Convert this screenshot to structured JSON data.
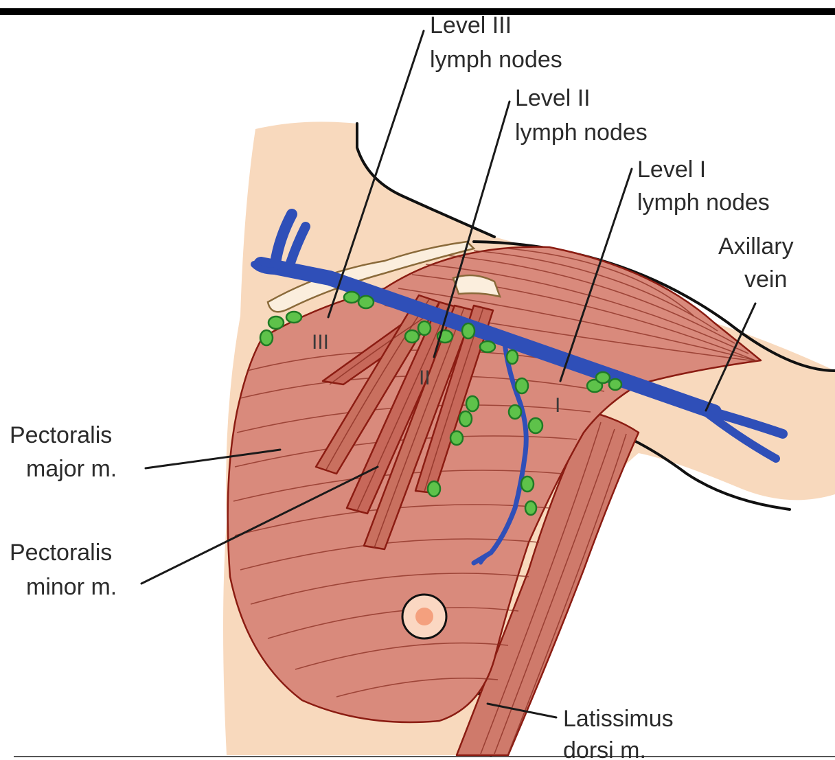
{
  "labels": {
    "level3_line1": "Level III",
    "level3_line2": "lymph nodes",
    "level2_line1": "Level II",
    "level2_line2": "lymph nodes",
    "level1_line1": "Level I",
    "level1_line2": "lymph nodes",
    "axillary_line1": "Axillary",
    "axillary_line2": "vein",
    "pec_major_line1": "Pectoralis",
    "pec_major_line2": "major m.",
    "pec_minor_line1": "Pectoralis",
    "pec_minor_line2": "minor m.",
    "latissimus_line1": "Latissimus",
    "latissimus_line2": "dorsi m."
  },
  "level_markers": {
    "level3": "III",
    "level2": "II",
    "level1": "I"
  },
  "colors": {
    "skin": "#f8d9bd",
    "muscle": "#d9877a",
    "muscle_dark": "#b55a4a",
    "vein": "#3e5fc4",
    "lymph_node": "#5ec24a",
    "clavicle": "#fbeedd",
    "nipple": "#f4a07e",
    "top_border": "#000000"
  }
}
